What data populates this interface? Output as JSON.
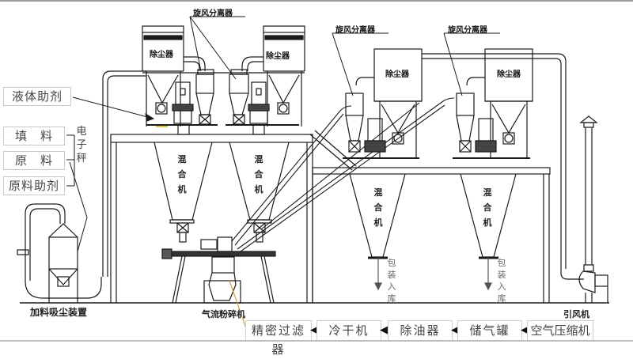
{
  "diagram": {
    "title": "",
    "left_inputs": {
      "liquid_additive": "液体助剂",
      "filler": "填　料",
      "raw_material": "原　料",
      "raw_material_additive": "原料助剂",
      "scale": "电子秤"
    },
    "equipment": {
      "dust_collector": "除尘器",
      "cyclone_separator": "旋风分离器",
      "mixer": "混合机",
      "packing": "包装入库",
      "feeding_dust_device": "加料吸尘装置",
      "jet_mill": "气流粉碎机",
      "induced_draft_fan": "引风机"
    },
    "air_chain": [
      {
        "label": "精密过滤器"
      },
      {
        "label": "冷干机"
      },
      {
        "label": "除油器"
      },
      {
        "label": "储气罐"
      },
      {
        "label": "空气压缩机"
      }
    ],
    "arrow_glyph": "◀━",
    "colors": {
      "line": "#1a1a1a",
      "box_border": "#c8c8c8",
      "highlight_leader": "#d9a04a"
    }
  }
}
